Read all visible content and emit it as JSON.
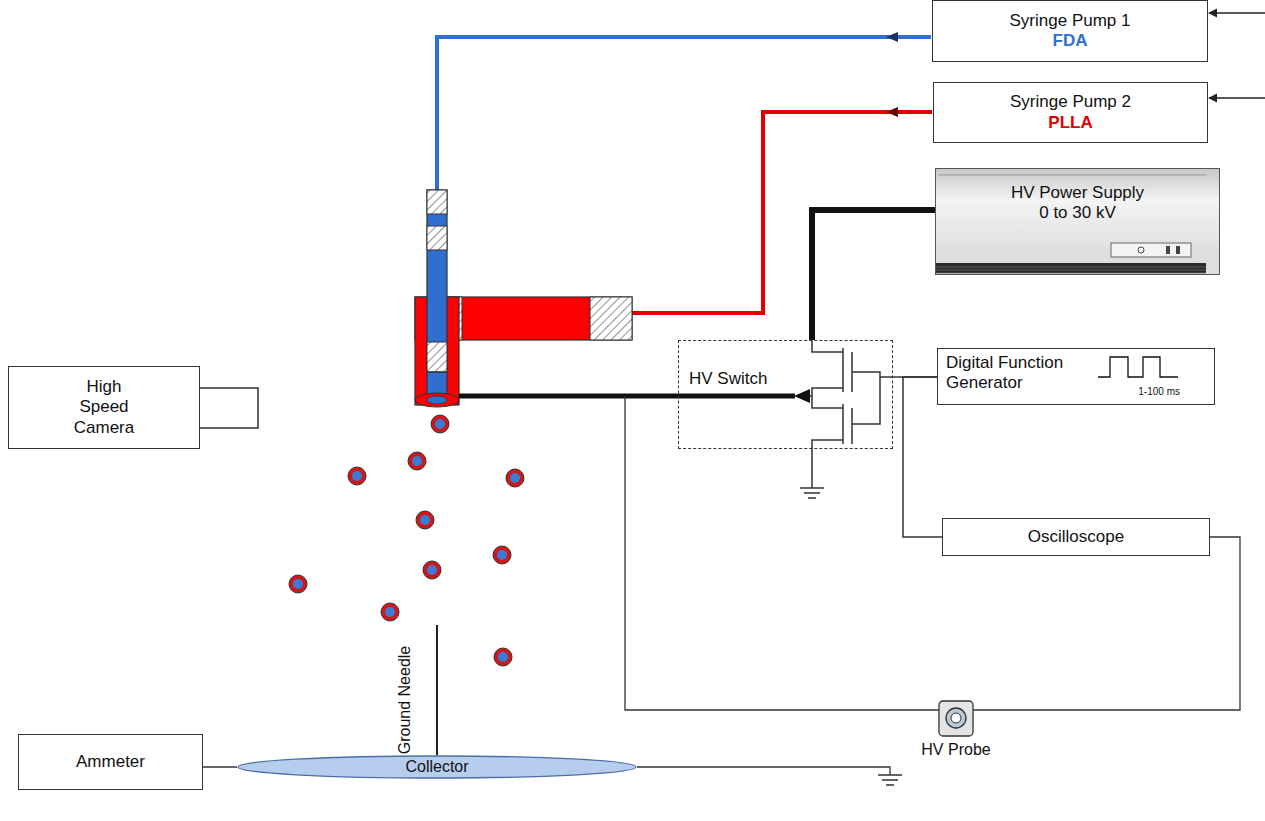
{
  "diagram": {
    "nodes": [
      {
        "text": [
          "Syringe Pump 1",
          "FDA"
        ]
      },
      {
        "text": [
          "Syringe Pump 2",
          "PLLA"
        ]
      },
      {
        "text": [
          "HV Power Supply 0 to 30 kV"
        ]
      },
      {
        "text": [
          "HV Switch"
        ]
      },
      {
        "text": [
          "Digital Function Generator",
          "1-100 ms"
        ]
      },
      {
        "text": [
          "High Speed Camera"
        ]
      },
      {
        "text": [
          "Oscilloscope"
        ]
      },
      {
        "text": [
          "HV Probe"
        ]
      },
      {
        "text": [
          "Ammeter"
        ]
      },
      {
        "text": [
          "Collector"
        ]
      }
    ],
    "edges": [
      {
        "from": 2,
        "to": 3,
        "arrow": "none"
      },
      {
        "from": 4,
        "to": 3,
        "arrow": "none"
      },
      {
        "from": 4,
        "to": 6,
        "arrow": "none"
      },
      {
        "from": 6,
        "to": 7,
        "arrow": "none"
      },
      {
        "from": 8,
        "to": 9,
        "arrow": "none"
      }
    ],
    "labels": [
      "Ground Needle"
    ]
  }
}
